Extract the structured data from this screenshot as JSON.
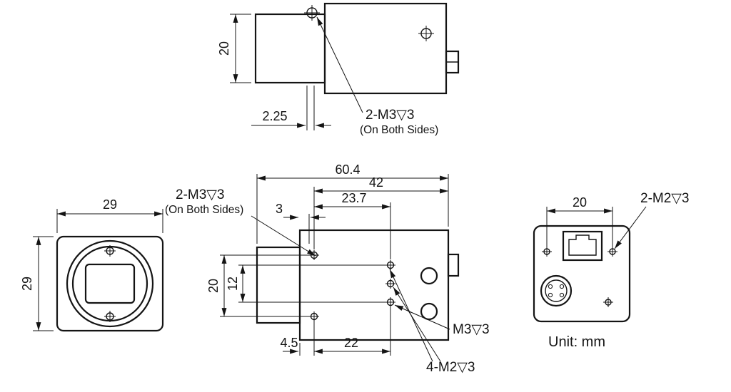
{
  "unit_note": "Unit: mm",
  "labels": {
    "top_thread": "2-M3▽3",
    "top_thread_note": "(On Both Sides)",
    "side_thread": "2-M3▽3",
    "side_thread_note": "(On Both Sides)",
    "m3_single": "M3▽3",
    "m2_four": "4-M2▽3",
    "m2_two": "2-M2▽3"
  },
  "dims": {
    "top_height": "20",
    "top_offset": "2.25",
    "total_length": "60.4",
    "length_42": "42",
    "length_23_7": "23.7",
    "length_3": "3",
    "front_width": "29",
    "front_height": "29",
    "side_span_20": "20",
    "side_span_12": "12",
    "bottom_offset_4_5": "4.5",
    "bottom_span_22": "22",
    "rear_span_20": "20"
  }
}
